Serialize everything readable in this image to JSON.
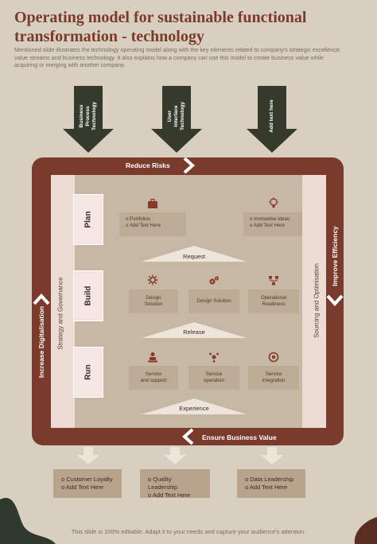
{
  "title": "Operating model for sustainable functional transformation - technology",
  "subtitle": "Mentioned slide illustrates the technology operating model along with the key elements related to company's strategic excellence, value streams and business technology. It also explains how a company can use this model to create business value while acquiring or merging with another company.",
  "top_arrows": [
    {
      "label": "Business\nProcess\nTechnology"
    },
    {
      "label": "User\nInterface\nTechnology"
    },
    {
      "label": "Add text here"
    }
  ],
  "frame": {
    "top": "Reduce Risks",
    "bottom": "Ensure Business Value",
    "left": "Increase Digitalisation",
    "right": "Improve Efficiency"
  },
  "strips": {
    "left": "Strategy and Governance",
    "right": "Sourcing and Optimisation"
  },
  "phases": {
    "plan": {
      "label": "Plan",
      "card1": {
        "items": [
          "Portfolios",
          "Add Text Here"
        ],
        "icon": "briefcase-icon"
      },
      "card2": {
        "items": [
          "Innovative Ideas",
          "Add Text Here"
        ],
        "icon": "lightbulb-icon"
      }
    },
    "build": {
      "label": "Build",
      "cards": [
        {
          "text": "Design\nSolution",
          "icon": "gear-cluster-icon"
        },
        {
          "text": "Design Solution",
          "icon": "gears-icon"
        },
        {
          "text": "Operational\nReadiness",
          "icon": "network-icon"
        }
      ]
    },
    "run": {
      "label": "Run",
      "cards": [
        {
          "text": "Service\nand support",
          "icon": "support-person-icon"
        },
        {
          "text": "Service\noperation",
          "icon": "cogs-icon"
        },
        {
          "text": "Service\nintegration",
          "icon": "integration-icon"
        }
      ]
    }
  },
  "triangles": [
    "Request",
    "Release",
    "Experience"
  ],
  "bottom_boxes": [
    {
      "items": [
        "Customer Loyalty",
        "Add Text Here"
      ]
    },
    {
      "items": [
        "Quality Leadership",
        "Add Text Here"
      ]
    },
    {
      "items": [
        "Data Leadership",
        "Add Text Here"
      ]
    }
  ],
  "footer": "This slide is 100% editable. Adapt it to your needs and capture your audience's attention.",
  "colors": {
    "background": "#d8cfc0",
    "frame": "#7a3a2c",
    "arrow": "#353a2c",
    "inner": "#c6b8a4",
    "card": "#bcab95"
  }
}
